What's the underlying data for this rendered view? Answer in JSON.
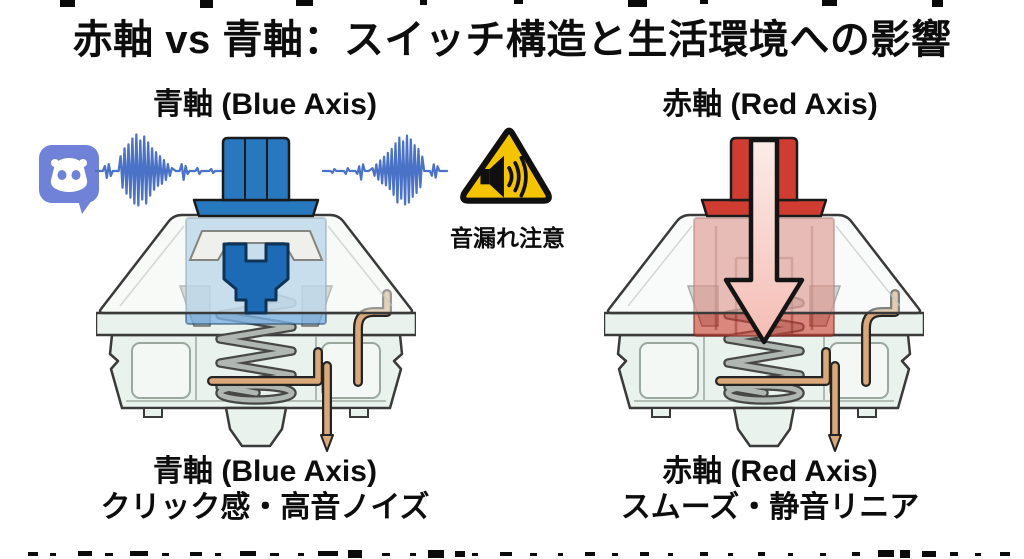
{
  "title": "赤軸 vs 青軸：スイッチ構造と生活環境への影響",
  "blue": {
    "heading": "青軸 (Blue Axis)",
    "caption_title": "青軸 (Blue Axis)",
    "caption_sub": "クリック感・高音ノイズ"
  },
  "red": {
    "heading": "赤軸 (Red Axis)",
    "caption_title": "赤軸 (Red Axis)",
    "caption_sub": "スムーズ・静音リニア"
  },
  "warning": {
    "label": "音漏れ注意",
    "icon": "sound-leak-warning-triangle-icon"
  },
  "icons": {
    "left_app": "discord-logo-icon",
    "noise": "sound-wave-icon",
    "red_motion": "key-press-down-arrow-icon"
  },
  "colors": {
    "blue_stem": "#2878c0",
    "blue_jacket": "#1d6bb5",
    "blue_slider": "rgba(126,178,226,0.8)",
    "red_stem": "#d03c31",
    "red_slider": "rgba(208,70,58,0.62)",
    "housing": "#e9f2ec",
    "housing_line": "#3a3a3a",
    "spring": "#b0b6b2",
    "copper": "#d9a97b",
    "wave": "#4a72c6",
    "discord": "#6f82d8",
    "warning_yellow": "#f5c400",
    "arrow_fill": "#f7cdc7"
  }
}
